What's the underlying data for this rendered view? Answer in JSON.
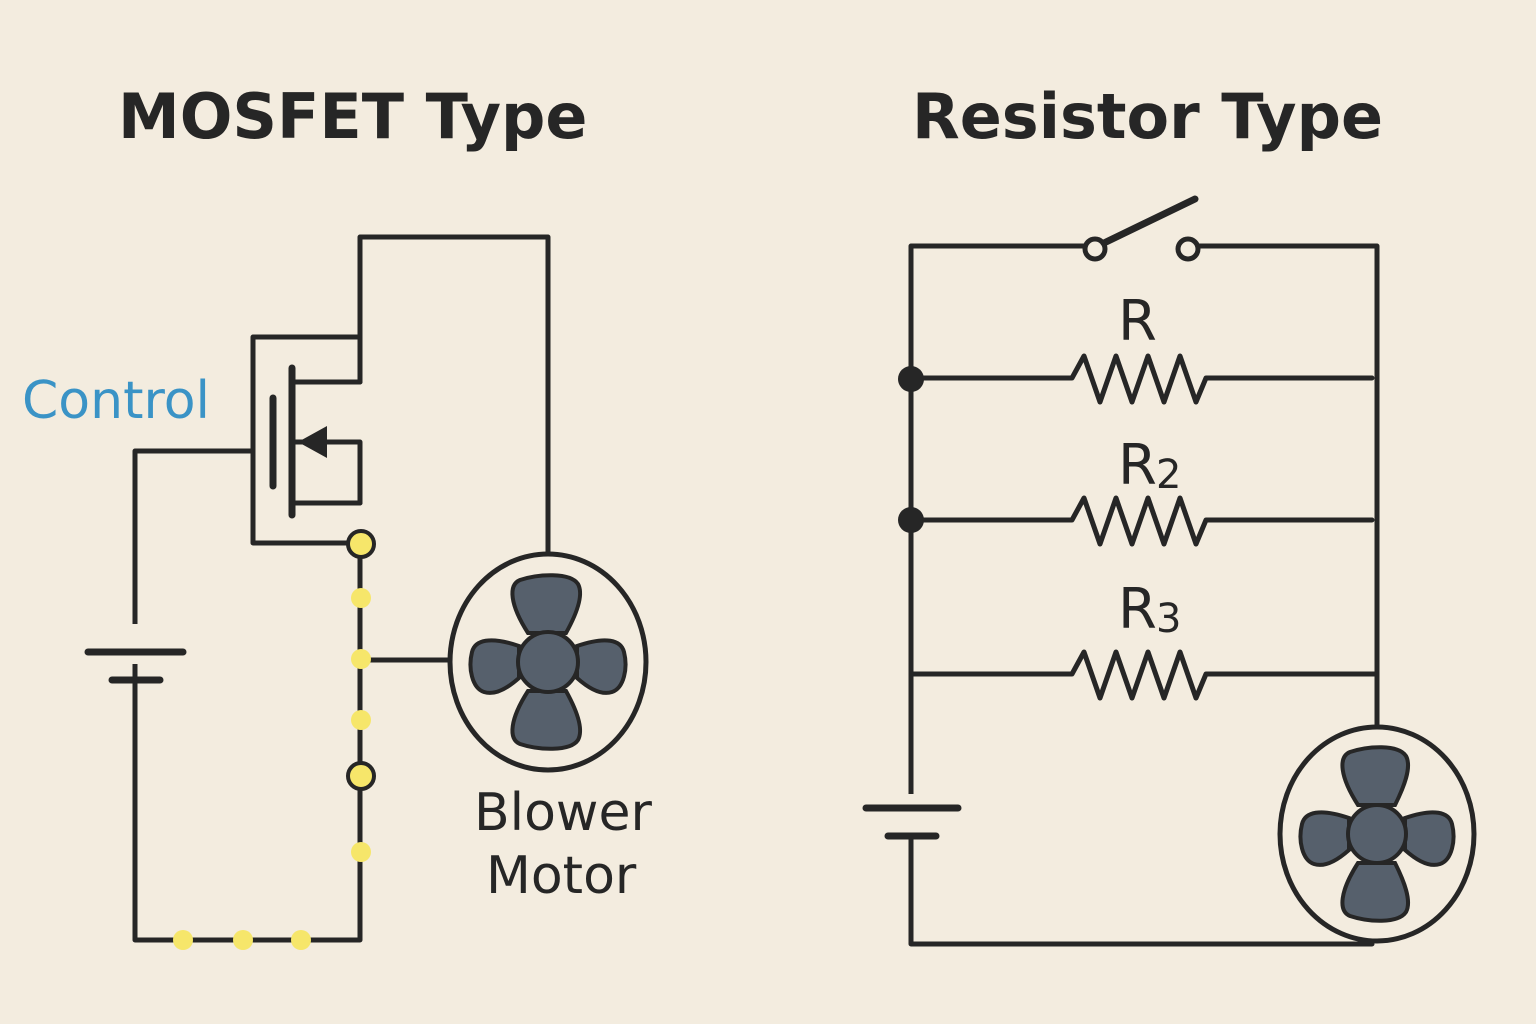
{
  "mosfet": {
    "title": "MOSFET Type",
    "control_label": "Control",
    "motor_label_line1": "Blower",
    "motor_label_line2": "Motor",
    "current_dot_color": "#f6e66a"
  },
  "resistor": {
    "title": "Resistor Type",
    "r1_label": "R",
    "r2_label": "R",
    "r2_sub": "2",
    "r3_label": "R",
    "r3_sub": "3"
  },
  "colors": {
    "background": "#f3ecdf",
    "wire": "#262626",
    "control_text": "#3a93c6",
    "fan_blade": "#56606c"
  }
}
